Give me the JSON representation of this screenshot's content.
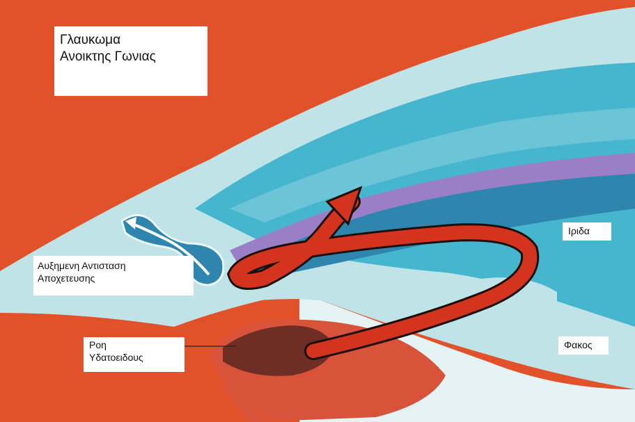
{
  "diagram": {
    "title": [
      "Γλαυκωμα",
      "Ανοικτης Γωνιας"
    ],
    "labels": {
      "increased_resistance": [
        "Αυξημενη Αντισταση",
        "Αποχετευσης"
      ],
      "aqueous_flow": [
        "Ροη",
        "Υδατοειδους"
      ],
      "iris": "Ιριδα",
      "lens": "Φακος"
    },
    "colors": {
      "sclera_orange": "#E2522A",
      "cornea_light": "#BFE3E6",
      "anterior_chamber": "#45B6CE",
      "deep_blue": "#2E86AF",
      "iris_purple": "#9B7FC6",
      "flow_arrow_red": "#D4341E",
      "ciliary_brown": "#6E2E24",
      "lens_pale": "#DCEFF3"
    }
  }
}
